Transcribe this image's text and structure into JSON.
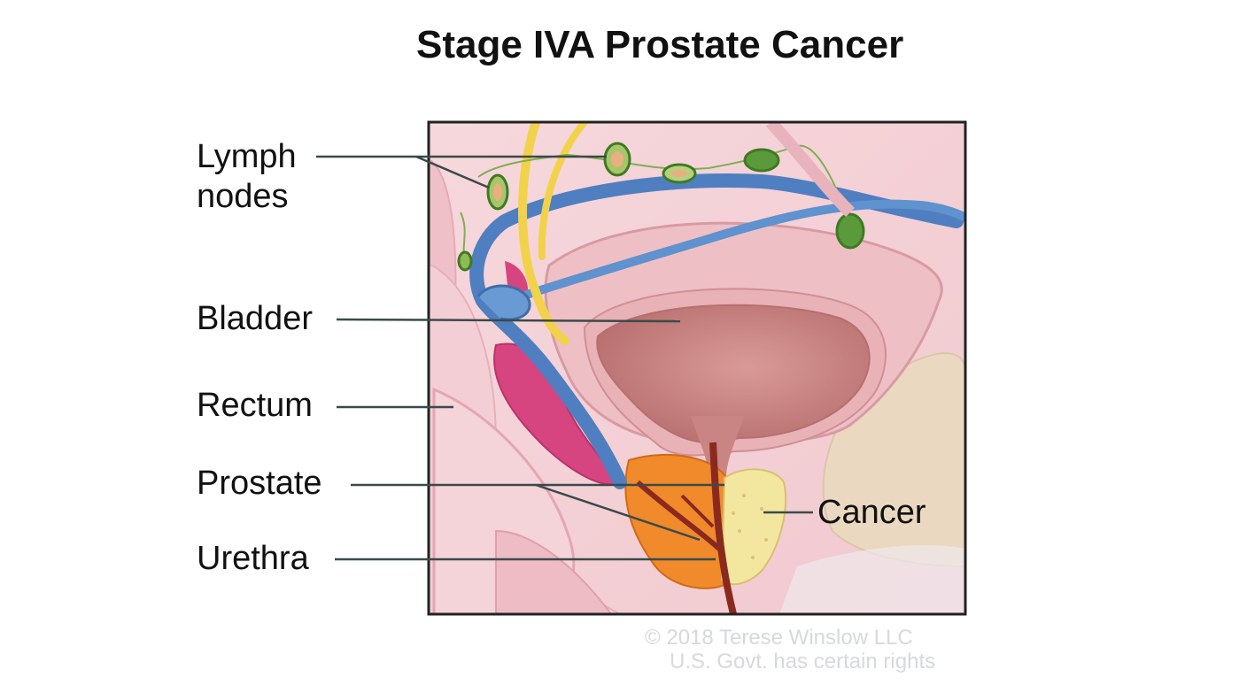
{
  "title": "Stage IVA Prostate Cancer",
  "labels": {
    "lymph_nodes_line1": "Lymph",
    "lymph_nodes_line2": "nodes",
    "bladder": "Bladder",
    "rectum": "Rectum",
    "prostate": "Prostate",
    "urethra": "Urethra",
    "cancer": "Cancer"
  },
  "credit": {
    "line1": "© 2018 Terese Winslow LLC",
    "line2": "U.S. Govt. has certain rights"
  },
  "colors": {
    "frame": "#222222",
    "tissue_pink": "#f2cbd0",
    "bladder_inner": "#c98584",
    "rectum_magenta": "#d6457f",
    "vein_blue": "#4f7fc0",
    "nerve_yellow": "#f2d24a",
    "lymph_green": "#5a9a3a",
    "prostate_orange": "#f08a2a",
    "cancer_yellow": "#f3e7a0",
    "urethra_red": "#8a2a1e",
    "bone_beige": "#ead9c0"
  }
}
